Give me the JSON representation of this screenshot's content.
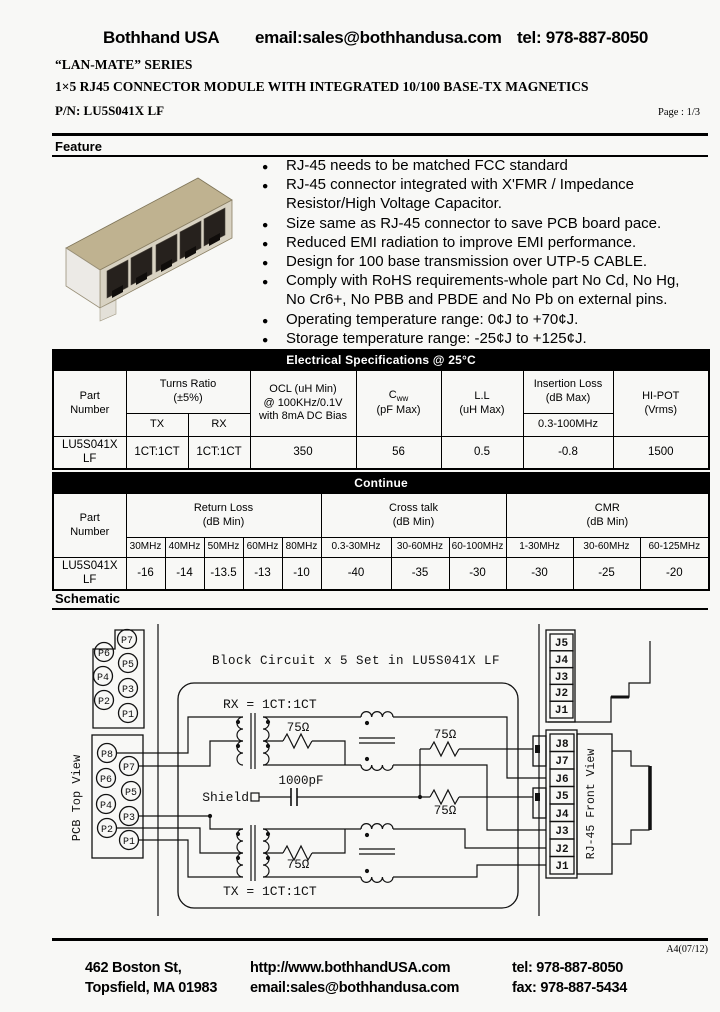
{
  "header": {
    "brand": "Bothhand USA",
    "email": "email:sales@bothhandusa.com",
    "tel": "tel: 978-887-8050",
    "series": "“LAN-MATE” SERIES",
    "title": "1×5 RJ45 CONNECTOR MODULE WITH INTEGRATED 10/100 BASE-TX MAGNETICS",
    "part_number": "P/N: LU5S041X LF",
    "page_indicator": "Page : 1/3"
  },
  "feature": {
    "heading": "Feature",
    "bullets": [
      "RJ-45 needs to be matched FCC standard",
      "RJ-45 connector integrated with X'FMR / Impedance Resistor/High Voltage Capacitor.",
      "Size same as RJ-45 connector to save PCB board pace.",
      "Reduced EMI radiation to improve EMI performance.",
      "Design for 100 base transmission over UTP-5 CABLE.",
      "Comply with RoHS requirements-whole part No Cd, No Hg, No Cr6+, No PBB and PBDE and No Pb on external pins.",
      "Operating temperature range: 0¢J to +70¢J.",
      "Storage temperature range: -25¢J to +125¢J."
    ]
  },
  "spec_table": {
    "title": "Electrical Specifications @ 25°C",
    "part_l1": "Part",
    "part_l2": "Number",
    "turns_l1": "Turns Ratio",
    "turns_l2": "(±5%)",
    "tx": "TX",
    "rx": "RX",
    "ocl_l1": "OCL (uH Min)",
    "ocl_l2": "@ 100KHz/0.1V",
    "ocl_l3": "with 8mA DC Bias",
    "cww_main": "C",
    "cww_sub": "ww",
    "cww_l2": "(pF Max)",
    "ll_l1": "L.L",
    "ll_l2": "(uH Max)",
    "il_l1": "Insertion Loss",
    "il_l2": "(dB Max)",
    "il_sub": "0.3-100MHz",
    "hipot_l1": "HI-POT",
    "hipot_l2": "(Vrms)",
    "row": {
      "part": "LU5S041X LF",
      "tx": "1CT:1CT",
      "rx": "1CT:1CT",
      "ocl": "350",
      "cww": "56",
      "ll": "0.5",
      "il": "-0.8",
      "hipot": "1500"
    }
  },
  "continue_table": {
    "title": "Continue",
    "part_l1": "Part",
    "part_l2": "Number",
    "rl_l1": "Return Loss",
    "rl_l2": "(dB Min)",
    "ct_l1": "Cross talk",
    "ct_l2": "(dB Min)",
    "cmr_l1": "CMR",
    "cmr_l2": "(dB Min)",
    "freqs": [
      "30MHz",
      "40MHz",
      "50MHz",
      "60MHz",
      "80MHz",
      "0.3-30MHz",
      "30-60MHz",
      "60-100MHz",
      "1-30MHz",
      "30-60MHz",
      "60-125MHz"
    ],
    "row": {
      "part": "LU5S041X LF",
      "values": [
        "-16",
        "-14",
        "-13.5",
        "-13",
        "-10",
        "-40",
        "-35",
        "-30",
        "-30",
        "-25",
        "-20"
      ]
    }
  },
  "schematic": {
    "heading": "Schematic",
    "block_title": "Block Circuit  x 5 Set in LU5S041X LF",
    "rx_label": "RX = 1CT:1CT",
    "tx_label": "TX = 1CT:1CT",
    "shield_label": "Shield",
    "cap_label": "1000pF",
    "resistor_label": "75Ω",
    "pcb_view_label": "PCB Top View",
    "rj45_view_label": "RJ-45 Front View",
    "top_pins": [
      "P7",
      "P6",
      "P5",
      "P4",
      "P3",
      "P2",
      "P1"
    ],
    "bottom_pins": [
      "P8",
      "P7",
      "P6",
      "P5",
      "P4",
      "P3",
      "P2",
      "P1"
    ],
    "j_top": [
      "J5",
      "J4",
      "J3",
      "J2",
      "J1"
    ],
    "j_bottom": [
      "J8",
      "J7",
      "J6",
      "J5",
      "J4",
      "J3",
      "J2",
      "J1"
    ]
  },
  "footer": {
    "doc_code": "A4(07/12)",
    "address_l1": "462 Boston St,",
    "address_l2": "Topsfield, MA 01983",
    "web": "http://www.bothhandUSA.com",
    "email": "email:sales@bothhandusa.com",
    "tel": "tel: 978-887-8050",
    "fax": "fax: 978-887-5434"
  }
}
